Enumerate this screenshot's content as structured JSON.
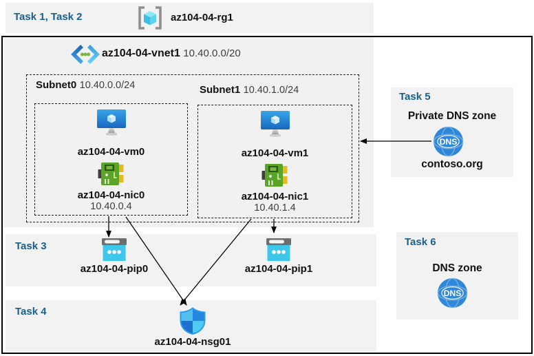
{
  "colors": {
    "task_label": "#1A5F8B",
    "band_bg": "#F2F2F2",
    "vnet_bg": "#F1F1F1",
    "vm_blue": "#1767BE",
    "nic_green": "#5AA428",
    "pip_cyan": "#3EC7EA",
    "dns_blue": "#2E87D8",
    "shield_blue": "#2486DE"
  },
  "header_band": {
    "task_label": "Task 1, Task 2",
    "rg_name": "az104-04-rg1"
  },
  "vnet": {
    "name": "az104-04-vnet1",
    "cidr": "10.40.0.0/20",
    "subnets": [
      {
        "name": "Subnet0",
        "cidr": "10.40.0.0/24",
        "vm": "az104-04-vm0",
        "nic": "az104-04-nic0",
        "ip": "10.40.0.4"
      },
      {
        "name": "Subnet1",
        "cidr": "10.40.1.0/24",
        "vm": "az104-04-vm1",
        "nic": "az104-04-nic1",
        "ip": "10.40.1.4"
      }
    ]
  },
  "task3": {
    "label": "Task 3",
    "pips": [
      "az104-04-pip0",
      "az104-04-pip1"
    ]
  },
  "task4": {
    "label": "Task 4",
    "nsg": "az104-04-nsg01"
  },
  "task5": {
    "label": "Task 5",
    "title": "Private DNS zone",
    "zone": "contoso.org",
    "dns_icon_text": "DNS"
  },
  "task6": {
    "label": "Task 6",
    "title": "DNS zone",
    "dns_icon_text": "DNS"
  }
}
